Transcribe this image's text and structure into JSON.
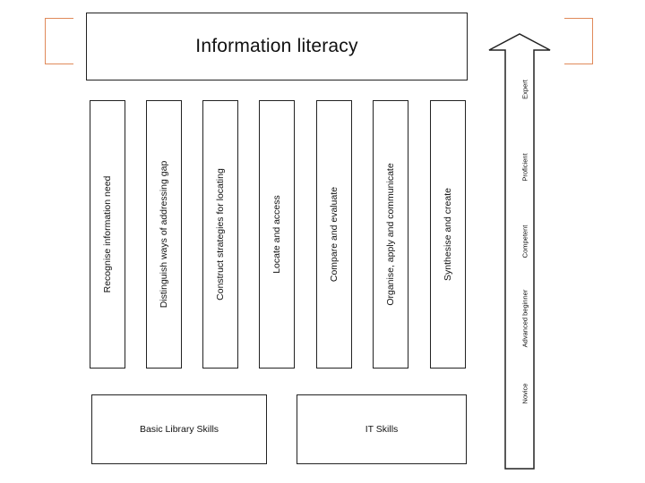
{
  "title": "Information literacy",
  "pillars": [
    "Recognise information need",
    "Distinguish ways of addressing gap",
    "Construct strategies for locating",
    "Locate and access",
    "Compare and evaluate",
    "Organise, apply and communicate",
    "Synthesise and create"
  ],
  "foundations": [
    "Basic Library Skills",
    "IT Skills"
  ],
  "levels": [
    "Novice",
    "Advanced beginner",
    "Competent",
    "Proficient",
    "Expert"
  ]
}
